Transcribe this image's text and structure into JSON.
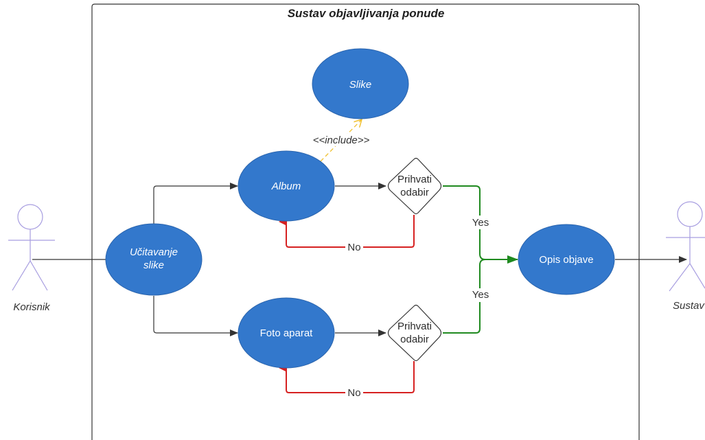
{
  "system": {
    "title": "Sustav objavljivanja ponude"
  },
  "actors": {
    "left": {
      "label": "Korisnik"
    },
    "right": {
      "label": "Sustav"
    }
  },
  "use_cases": {
    "ucitavanje": {
      "line1": "Učitavanje",
      "line2": "slike"
    },
    "slike": {
      "label": "Slike"
    },
    "album": {
      "label": "Album"
    },
    "foto_aparat": {
      "label": "Foto aparat"
    },
    "opis_objave": {
      "label": "Opis objave"
    }
  },
  "decisions": {
    "top": {
      "line1": "Prihvati",
      "line2": "odabir"
    },
    "bottom": {
      "line1": "Prihvati",
      "line2": "odabir"
    }
  },
  "edges": {
    "include_label": "<<include>>",
    "yes_top": "Yes",
    "yes_bottom": "Yes",
    "no_top": "No",
    "no_bottom": "No"
  },
  "colors": {
    "use_case_fill": "#3378CC",
    "actor_stroke": "#a79de0",
    "yes_line": "#1f8a1f",
    "no_line": "#d62020",
    "include_line": "#f0c030",
    "connector": "#333333"
  }
}
